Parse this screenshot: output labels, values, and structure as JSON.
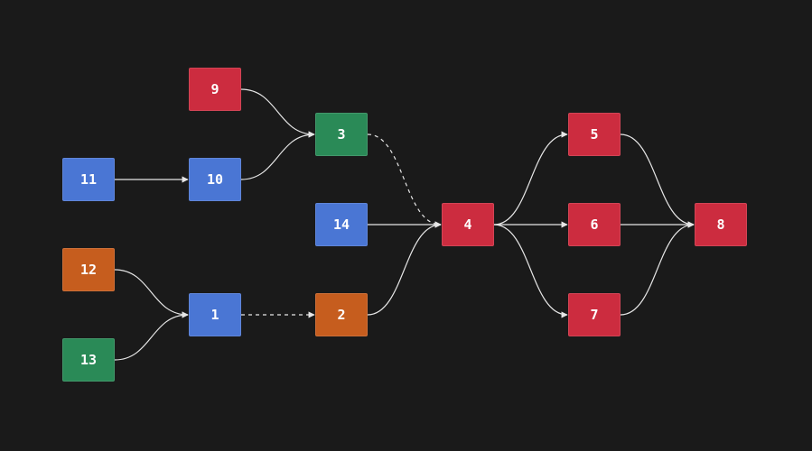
{
  "colors": {
    "background": "#1a1a1a",
    "red": "#cc2c3f",
    "blue": "#4a76d4",
    "green": "#2a8a57",
    "orange": "#c65d1e",
    "edge": "#e6e6e6"
  },
  "nodes": [
    {
      "id": "9",
      "label": "9",
      "color": "red"
    },
    {
      "id": "3",
      "label": "3",
      "color": "green"
    },
    {
      "id": "11",
      "label": "11",
      "color": "blue"
    },
    {
      "id": "10",
      "label": "10",
      "color": "blue"
    },
    {
      "id": "14",
      "label": "14",
      "color": "blue"
    },
    {
      "id": "4",
      "label": "4",
      "color": "red"
    },
    {
      "id": "5",
      "label": "5",
      "color": "red"
    },
    {
      "id": "6",
      "label": "6",
      "color": "red"
    },
    {
      "id": "7",
      "label": "7",
      "color": "red"
    },
    {
      "id": "8",
      "label": "8",
      "color": "red"
    },
    {
      "id": "12",
      "label": "12",
      "color": "orange"
    },
    {
      "id": "13",
      "label": "13",
      "color": "green"
    },
    {
      "id": "1",
      "label": "1",
      "color": "blue"
    },
    {
      "id": "2",
      "label": "2",
      "color": "orange"
    }
  ],
  "edges": [
    {
      "from": "9",
      "to": "3",
      "style": "solid"
    },
    {
      "from": "10",
      "to": "3",
      "style": "solid"
    },
    {
      "from": "11",
      "to": "10",
      "style": "solid"
    },
    {
      "from": "3",
      "to": "4",
      "style": "dashed"
    },
    {
      "from": "14",
      "to": "4",
      "style": "solid"
    },
    {
      "from": "2",
      "to": "4",
      "style": "solid"
    },
    {
      "from": "12",
      "to": "1",
      "style": "solid"
    },
    {
      "from": "13",
      "to": "1",
      "style": "solid"
    },
    {
      "from": "1",
      "to": "2",
      "style": "dashed"
    },
    {
      "from": "4",
      "to": "5",
      "style": "solid"
    },
    {
      "from": "4",
      "to": "6",
      "style": "solid"
    },
    {
      "from": "4",
      "to": "7",
      "style": "solid"
    },
    {
      "from": "5",
      "to": "8",
      "style": "solid"
    },
    {
      "from": "6",
      "to": "8",
      "style": "solid"
    },
    {
      "from": "7",
      "to": "8",
      "style": "solid"
    }
  ]
}
